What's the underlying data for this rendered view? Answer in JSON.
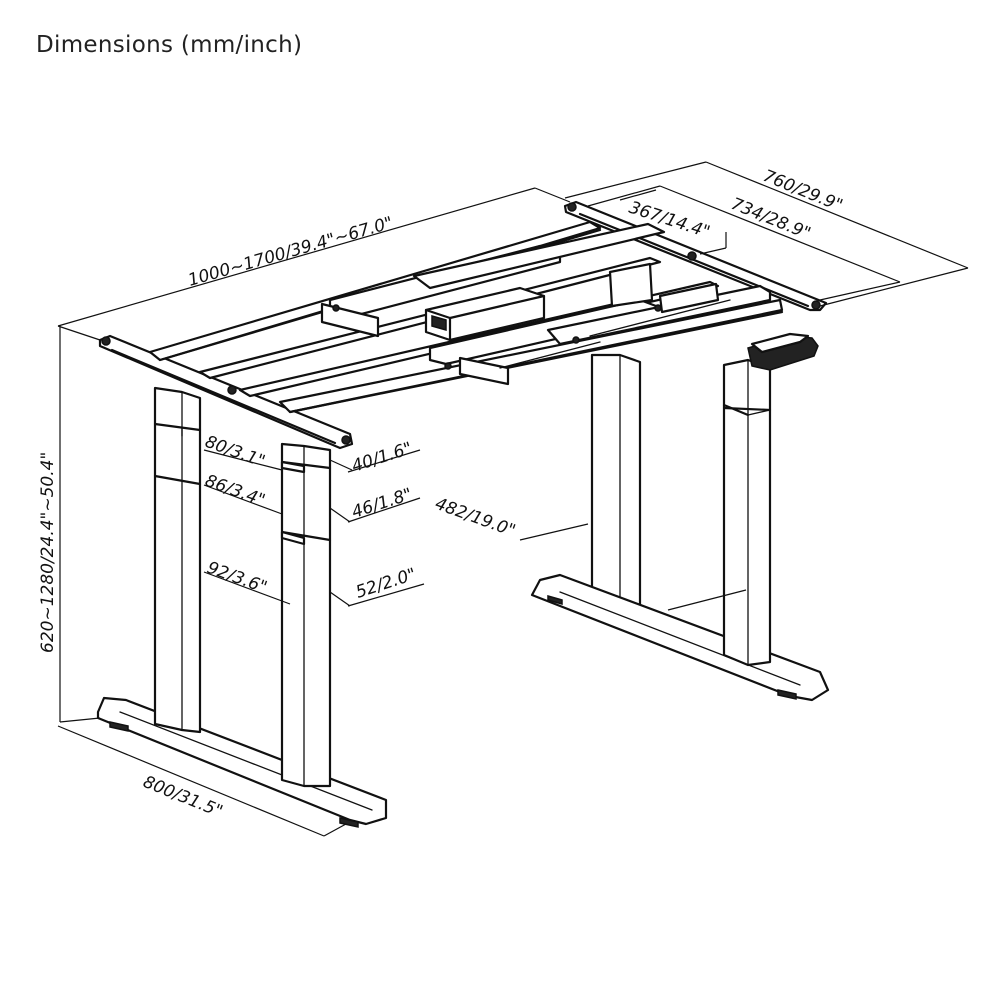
{
  "title": "Dimensions (mm/inch)",
  "dimensions": {
    "frame_length": "1000~1700/39.4\"~67.0\"",
    "height_range": "620~1280/24.4\"~50.4\"",
    "foot_length": "800/31.5\"",
    "overall_depth": "760/29.9\"",
    "top_bracket_depth": "734/28.9\"",
    "crossbar_width": "367/14.4\"",
    "column_outer_width": "80/3.1\"",
    "column_middle_width": "86/3.4\"",
    "column_lower_width": "92/3.6\"",
    "column_outer_depth": "40/1.6\"",
    "column_middle_depth": "46/1.8\"",
    "column_lower_depth": "52/2.0\"",
    "leg_distance": "482/19.0\""
  }
}
